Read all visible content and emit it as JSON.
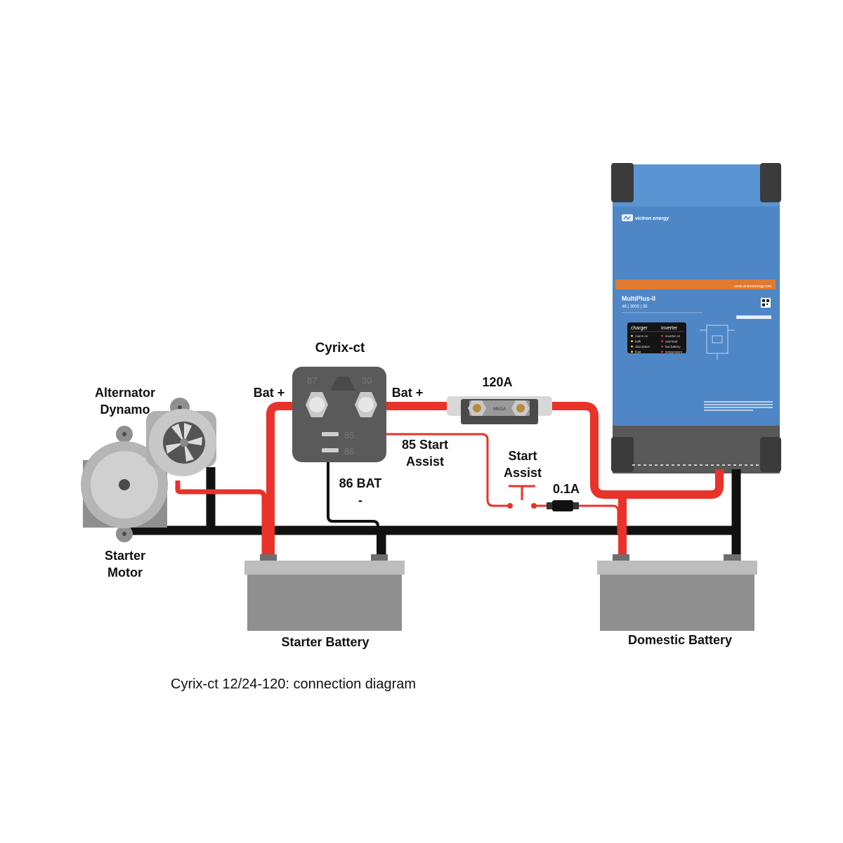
{
  "labels": {
    "alternator_line1": "Alternator",
    "alternator_line2": "Dynamo",
    "starter_motor_line1": "Starter",
    "starter_motor_line2": "Motor",
    "cyrix_title": "Cyrix-ct",
    "bat_plus_left": "Bat +",
    "bat_plus_right": "Bat +",
    "fuse_main": "120A",
    "start_assist_85_line1": "85 Start",
    "start_assist_85_line2": "Assist",
    "bat_86_line1": "86 BAT",
    "bat_86_line2": "-",
    "start_assist_switch_line1": "Start",
    "start_assist_switch_line2": "Assist",
    "fuse_small": "0.1A",
    "starter_battery": "Starter Battery",
    "domestic_battery": "Domestic Battery",
    "caption": "Cyrix-ct 12/24-120: connection diagram"
  },
  "cyrix_terminals": {
    "t87": "87",
    "t30": "30",
    "t85": "85",
    "t86": "86"
  },
  "fuse_body_text": "MEGA",
  "inverter": {
    "brand": "victron energy",
    "website": "www.victronenergy.com",
    "model": "MultiPlus-II",
    "rating": "48 | 3000 | 35",
    "charger_heading": "charger",
    "inverter_heading": "inverter",
    "charger_leds": [
      "mains on",
      "bulk",
      "absorption",
      "float"
    ],
    "inverter_leds": [
      "inverter on",
      "overload",
      "low battery",
      "temperature"
    ]
  },
  "colors": {
    "positive_cable": "#e8322a",
    "negative_cable": "#111111",
    "signal_wire": "#e8322a",
    "inverter_blue": "#4f86c6",
    "inverter_stripe": "#e07a30",
    "battery_body": "#8f8f8f",
    "relay_body": "#5a5a5a"
  }
}
